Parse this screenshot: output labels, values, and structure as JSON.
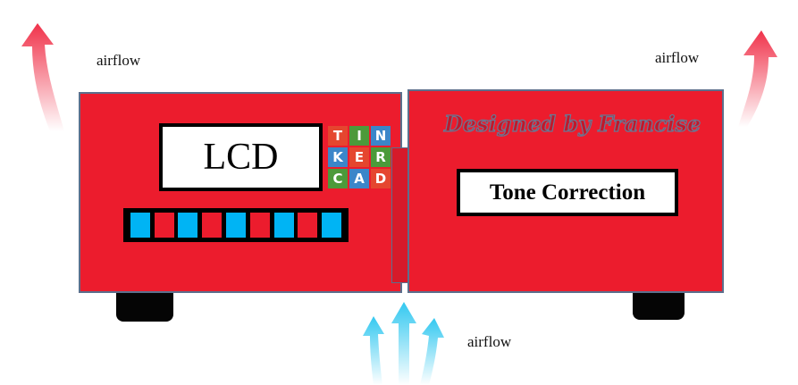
{
  "labels": {
    "airflow_top_left": "airflow",
    "airflow_top_right": "airflow",
    "airflow_bottom": "airflow"
  },
  "left_unit": {
    "display_label": "LCD",
    "logo_letters": [
      "T",
      "I",
      "N",
      "K",
      "E",
      "R",
      "C",
      "A",
      "D"
    ],
    "logo_colors": [
      "#e5462f",
      "#4c9a3a",
      "#3b86c9",
      "#3b86c9",
      "#e5462f",
      "#4c9a3a",
      "#4c9a3a",
      "#3b86c9",
      "#e5462f"
    ],
    "led_colors": [
      "#00b4f4",
      "#ec1c2d",
      "#00b4f4",
      "#ec1c2d",
      "#00b4f4",
      "#ec1c2d",
      "#00b4f4",
      "#ec1c2d",
      "#00b4f4"
    ]
  },
  "right_unit": {
    "brand_text": "Designed by Francise",
    "module_label": "Tone Correction"
  },
  "colors": {
    "chassis": "#ec1c2d",
    "outline": "#5c6f8c",
    "exhaust_arrow": "#f0324a",
    "intake_arrow": "#33c8f0"
  }
}
